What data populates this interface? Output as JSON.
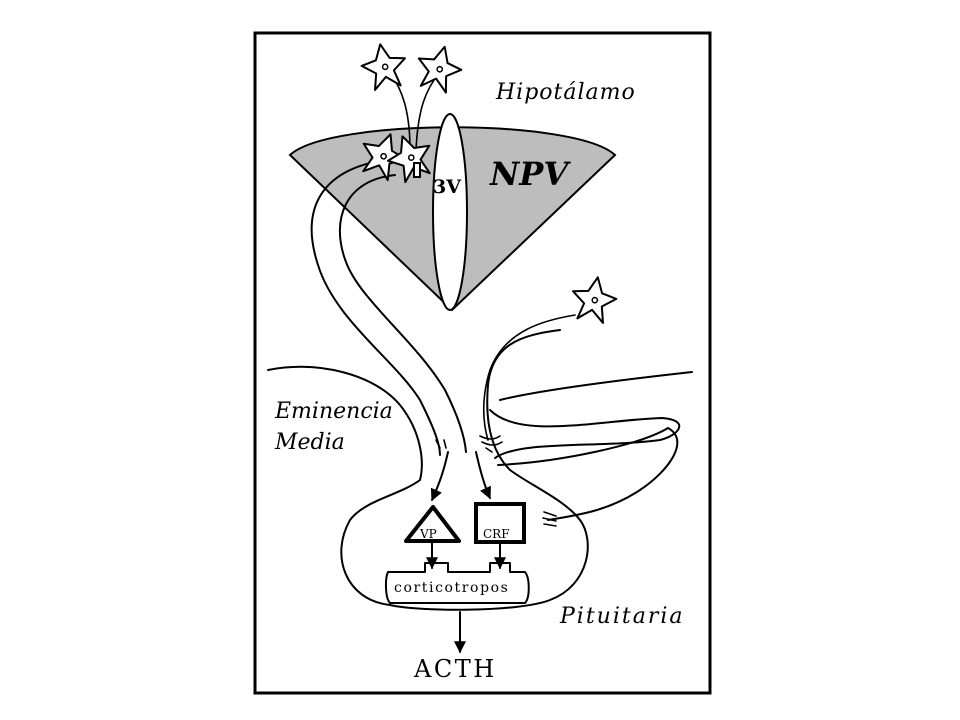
{
  "colors": {
    "region_fill": "#bdbdbd",
    "line": "#000000",
    "background": "#ffffff"
  },
  "labels": {
    "hypothalamus": "Hipotálamo",
    "npv": "NPV",
    "third_ventricle": "3V",
    "median_eminence_line1": "Eminencia",
    "median_eminence_line2": "Media",
    "vp": "VP",
    "crf": "CRF",
    "corticotropes": "corticotropos",
    "pituitary": "Pituitaria",
    "acth": "ACTH"
  },
  "icons": [
    "neuron-icon",
    "triangle-icon",
    "square-icon",
    "arrow-icon"
  ]
}
